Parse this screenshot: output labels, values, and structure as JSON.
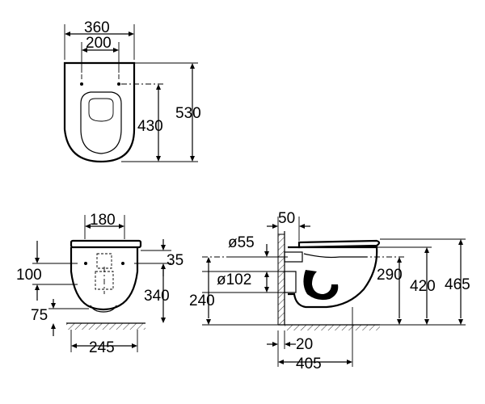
{
  "top_view": {
    "dims": {
      "width_total": "360",
      "bolt_spacing": "200",
      "depth_to_bolts": "430",
      "depth_total": "530"
    }
  },
  "front_view": {
    "dims": {
      "width_top": "180",
      "h_100": "100",
      "h_35": "35",
      "h_340": "340",
      "h_75": "75",
      "width_bottom": "245"
    }
  },
  "side_view": {
    "dims": {
      "top_50": "50",
      "dia_55": "ø55",
      "dia_102": "ø102",
      "h_240": "240",
      "h_290": "290",
      "h_420": "420",
      "h_465": "465",
      "d_20": "20",
      "d_405": "405"
    }
  }
}
